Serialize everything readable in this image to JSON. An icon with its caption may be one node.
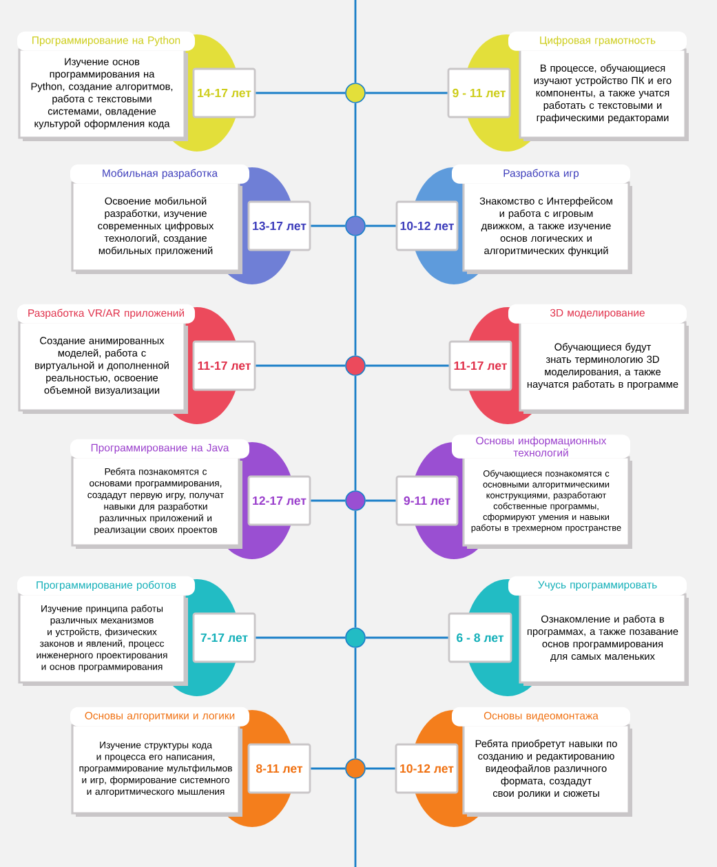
{
  "diagram": {
    "nodes": [
      {
        "text": [
          "Программирование на Python",
          "Изучение основ программирования на Python, создание алгоритмов, работа с текстовыми системами, овладение культурой оформления кода"
        ]
      },
      {
        "text": [
          "14-17 лет"
        ]
      },
      {
        "text": [],
        "shape": "circle"
      },
      {
        "text": [
          "9 - 11 лет"
        ]
      },
      {
        "text": [
          "Цифровая грамотность",
          "В процессе, обучающиеся изучают устройство ПК и его компоненты, а также учатся работать с текстовыми и графическими редакторами"
        ]
      },
      {
        "text": [
          "Мобильная разработка",
          "Освоение мобильной разработки, изучение современных цифровых технологий, создание мобильных приложений"
        ]
      },
      {
        "text": [
          "13-17 лет"
        ]
      },
      {
        "text": [],
        "shape": "circle"
      },
      {
        "text": [
          "10-12 лет"
        ]
      },
      {
        "text": [
          "Разработка игр",
          "Знакомство с Интерфейсом и работа с игровым движком, а также изучение основ логических и алгоритмических функций"
        ]
      },
      {
        "text": [
          "Разработка VR/AR приложений",
          "Создание анимированных моделей, работа с виртуальной и дополненной реальностью, освоение объемной визуализации"
        ]
      },
      {
        "text": [
          "11-17 лет"
        ]
      },
      {
        "text": [],
        "shape": "circle"
      },
      {
        "text": [
          "11-17 лет"
        ]
      },
      {
        "text": [
          "3D моделирование",
          "Обучающиеся будут знать терминологию 3D моделирования, а также научатся работать в программе"
        ]
      },
      {
        "text": [
          "Программирование на Java",
          "Ребята познакомятся с основами программирования, создадут первую игру, получат навыки для разработки различных приложений и реализации своих проектов"
        ]
      },
      {
        "text": [
          "12-17 лет"
        ]
      },
      {
        "text": [],
        "shape": "circle"
      },
      {
        "text": [
          "9-11 лет"
        ]
      },
      {
        "text": [
          "Основы информационных технологий",
          "Обучающиеся познакомятся с основными алгоритмическими конструкциями, разработают собственные программы, сформируют умения и навыки работы в трехмерном пространстве"
        ]
      },
      {
        "text": [
          "Программирование роботов",
          "Изучение принципа работы различных механизмов и устройств, физических законов и явлений, процесс инженерного проектирования и основ программирования"
        ]
      },
      {
        "text": [
          "7-17 лет"
        ]
      },
      {
        "text": [],
        "shape": "circle"
      },
      {
        "text": [
          "6 - 8 лет"
        ]
      },
      {
        "text": [
          "Учусь программировать",
          "Ознакомление и работа в программах, а также позавание основ программирования для самых маленьких"
        ]
      },
      {
        "text": [
          "Основы алгоритмики и логики",
          "Изучение структуры кода и процесса его написания, программирование мультфильмов и игр, формирование системного и алгоритмического мышления"
        ]
      },
      {
        "text": [
          "8-11 лет"
        ]
      },
      {
        "text": [],
        "shape": "circle"
      },
      {
        "text": [
          "10-12 лет"
        ]
      },
      {
        "text": [
          "Основы видеомонтажа",
          "Ребята приобретут навыки по созданию и редактированию видеофайлов различного формата, создадут свои ролики и сюжеты"
        ]
      }
    ],
    "edges": [
      {
        "from": null,
        "to": 2,
        "arrow": "none"
      },
      {
        "from": 1,
        "to": 2,
        "arrow": "none"
      },
      {
        "from": 2,
        "to": 3,
        "arrow": "none"
      },
      {
        "from": 2,
        "to": 7,
        "arrow": "none"
      },
      {
        "from": 6,
        "to": 7,
        "arrow": "none"
      },
      {
        "from": 7,
        "to": 8,
        "arrow": "none"
      },
      {
        "from": 7,
        "to": 12,
        "arrow": "none"
      },
      {
        "from": 11,
        "to": 12,
        "arrow": "none"
      },
      {
        "from": 12,
        "to": 13,
        "arrow": "none"
      },
      {
        "from": 12,
        "to": 17,
        "arrow": "none"
      },
      {
        "from": 16,
        "to": 17,
        "arrow": "none"
      },
      {
        "from": 17,
        "to": 18,
        "arrow": "none"
      },
      {
        "from": 17,
        "to": 22,
        "arrow": "none"
      },
      {
        "from": 21,
        "to": 22,
        "arrow": "none"
      },
      {
        "from": 22,
        "to": 23,
        "arrow": "none"
      },
      {
        "from": 22,
        "to": 27,
        "arrow": "none"
      },
      {
        "from": 26,
        "to": 27,
        "arrow": "none"
      },
      {
        "from": 27,
        "to": 28,
        "arrow": "none"
      },
      {
        "from": 27,
        "to": null,
        "arrow": "none"
      }
    ]
  }
}
